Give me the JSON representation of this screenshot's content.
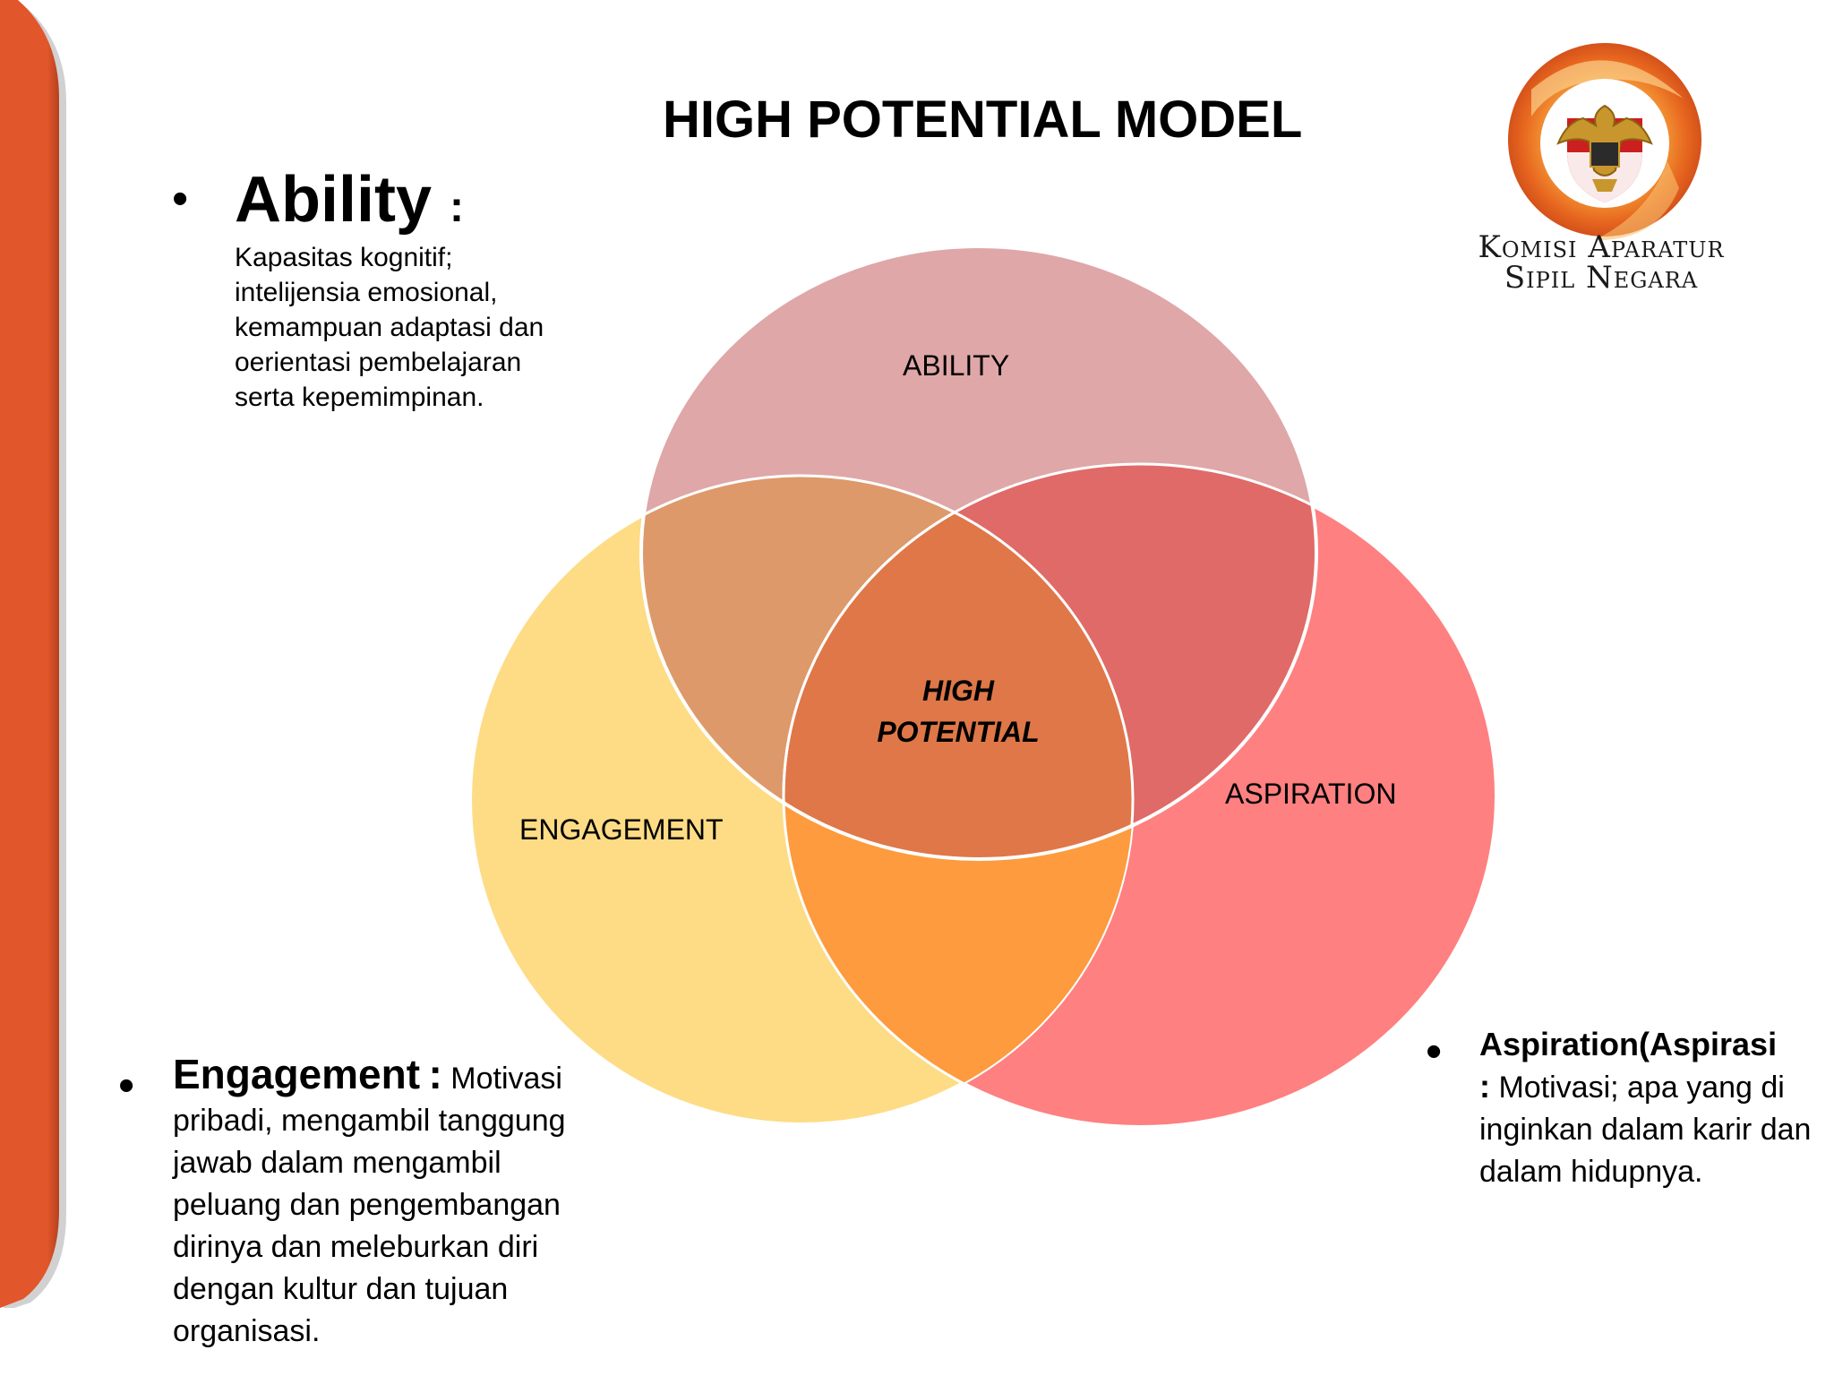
{
  "title": "HIGH POTENTIAL MODEL",
  "bullet_glyph": "•",
  "ability": {
    "heading": "Ability",
    "colon": ":",
    "description": [
      "Kapasitas kognitif;",
      "intelijensia emosional,",
      "kemampuan adaptasi dan",
      "oerientasi pembelajaran",
      "serta kepemimpinan."
    ]
  },
  "engagement": {
    "heading": "Engagement",
    "colon": ":",
    "description_lead": "Motivasi",
    "description": "pribadi, mengambil tanggung jawab dalam mengambil peluang dan pengembangan dirinya dan meleburkan diri dengan kultur dan tujuan organisasi."
  },
  "aspiration": {
    "heading": "Aspiration(Aspirasi",
    "colon": ":",
    "description": "Motivasi; apa yang di inginkan dalam karir dan dalam hidupnya."
  },
  "venn": {
    "ability_label": "ABILITY",
    "engagement_label": "ENGAGEMENT",
    "aspiration_label": "ASPIRATION",
    "center_line1": "HIGH",
    "center_line2": "POTENTIAL",
    "colors": {
      "ability": "#dfa7a8",
      "engagement": "#fddc85",
      "aspiration": "#fe8080",
      "ability_engagement": "#dd996a",
      "ability_aspiration": "#e06a68",
      "engagement_aspiration": "#fd9b3e",
      "center": "#df7748",
      "accent_bar": "#e2562b"
    }
  },
  "logo": {
    "line1": "Komisi Aparatur",
    "line2": "Sipil Negara",
    "emblem": "garuda-emblem-icon"
  }
}
